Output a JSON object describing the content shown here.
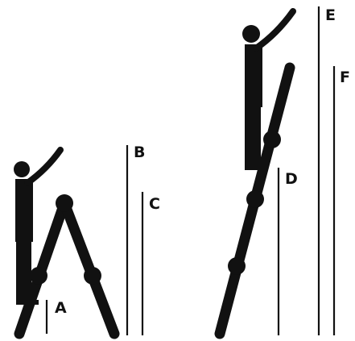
{
  "labels": {
    "a": "A",
    "b": "B",
    "c": "C",
    "d": "D",
    "e": "E",
    "f": "F"
  },
  "colors": {
    "ink": "#111111",
    "background": "#ffffff"
  }
}
